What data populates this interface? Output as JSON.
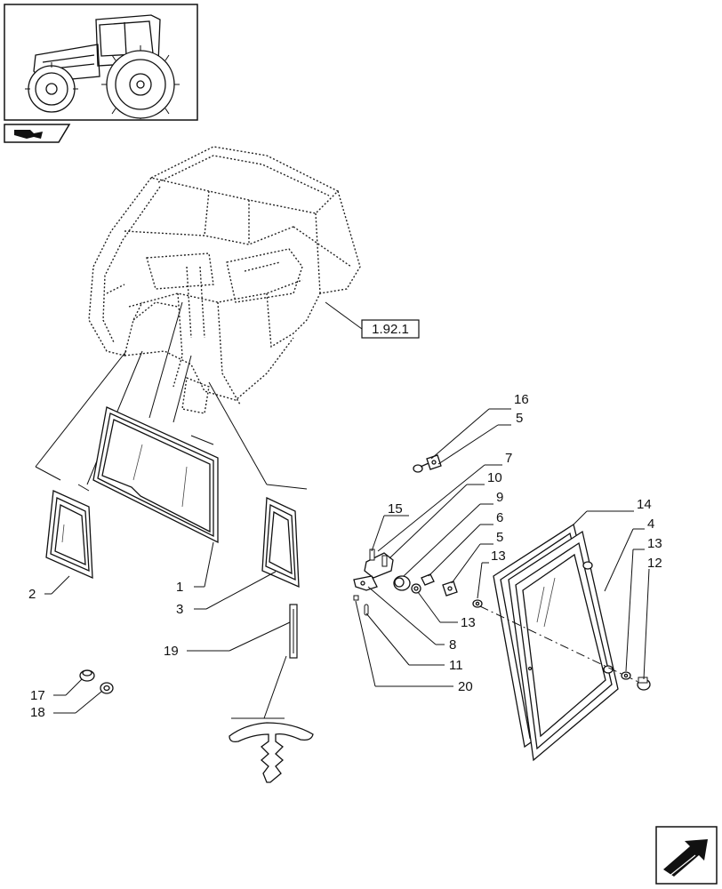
{
  "reference": {
    "label": "1.92.1"
  },
  "callouts": {
    "p1": "1",
    "p2": "2",
    "p3": "3",
    "p4": "4",
    "p5a": "5",
    "p5b": "5",
    "p6": "6",
    "p7": "7",
    "p8": "8",
    "p9": "9",
    "p10": "10",
    "p11": "11",
    "p12": "12",
    "p13a": "13",
    "p13b": "13",
    "p13c": "13",
    "p14": "14",
    "p15": "15",
    "p16": "16",
    "p17": "17",
    "p18": "18",
    "p19": "19",
    "p20": "20"
  },
  "icons": {
    "thumbnail": "tractor-thumbnail-icon",
    "section": "section-marker-icon",
    "next": "next-page-arrow-icon"
  }
}
